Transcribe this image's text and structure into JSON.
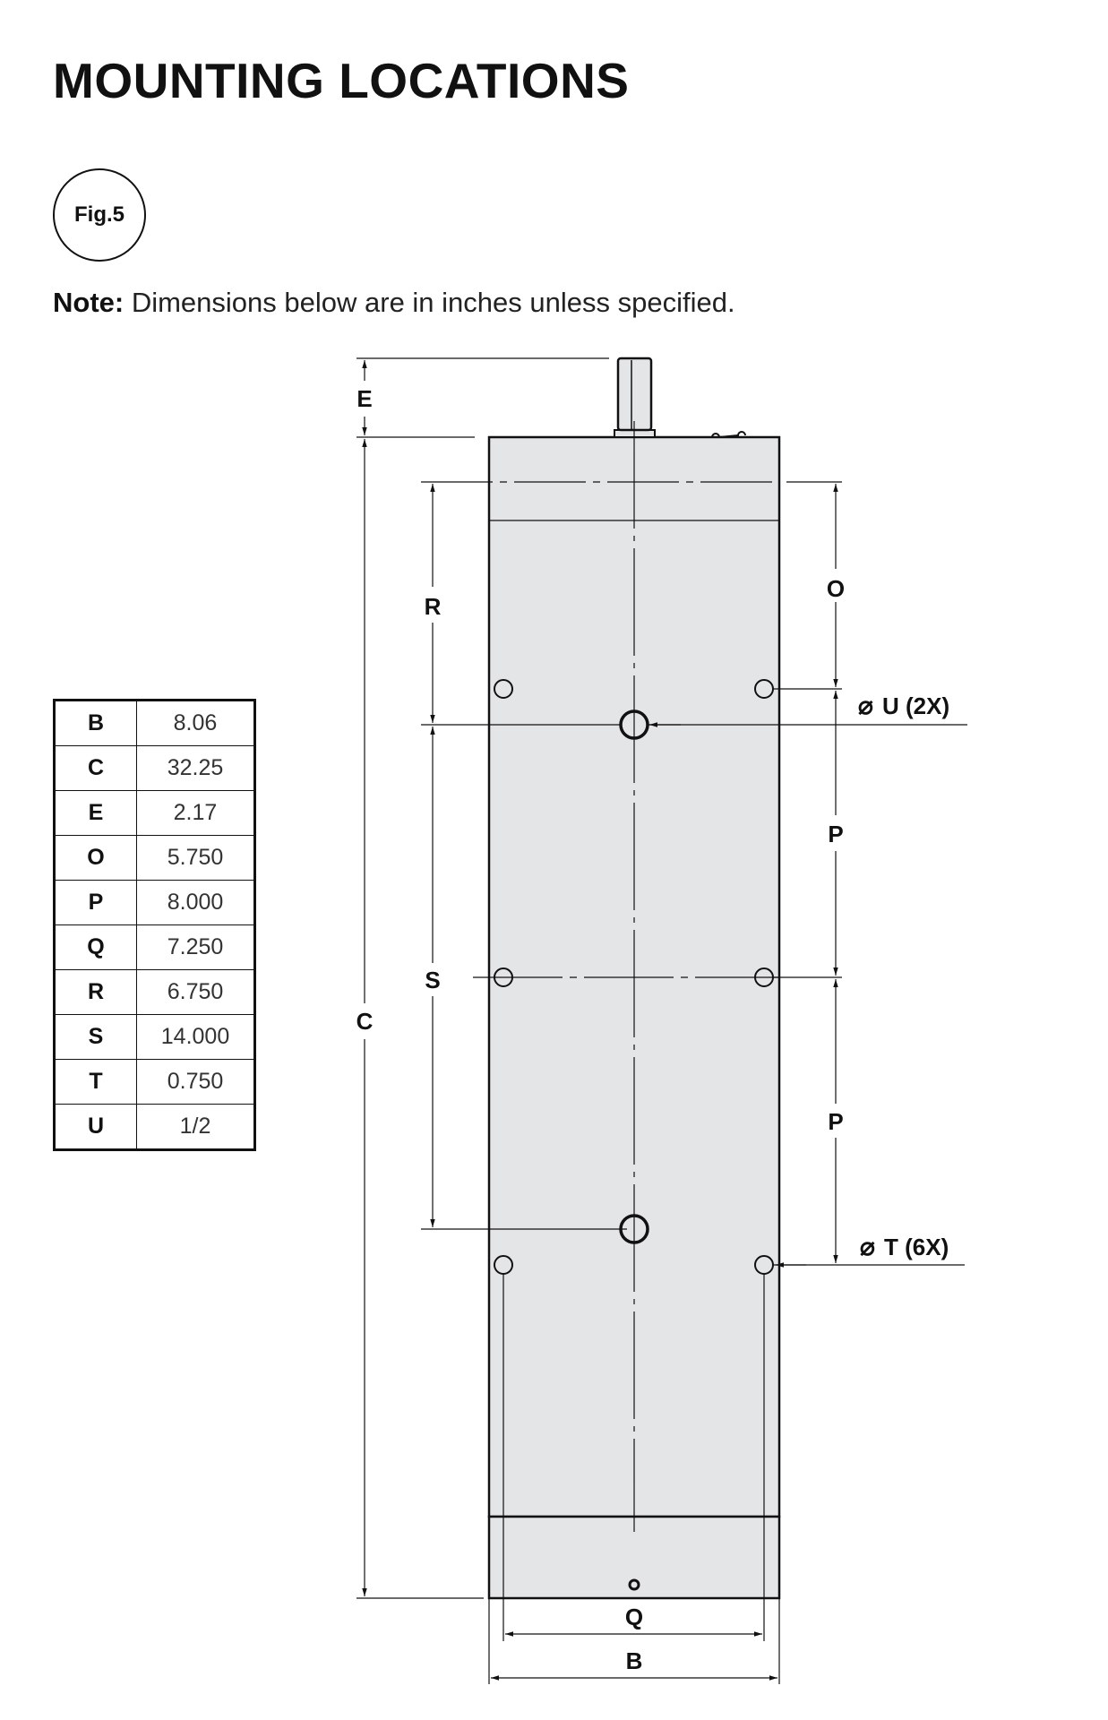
{
  "header": {
    "title": "MOUNTING LOCATIONS",
    "figure_label": "Fig.5",
    "note_label": "Note:",
    "note_text": " Dimensions below are in inches unless specified."
  },
  "dimension_table": {
    "rows": [
      {
        "key": "B",
        "value": "8.06"
      },
      {
        "key": "C",
        "value": "32.25"
      },
      {
        "key": "E",
        "value": "2.17"
      },
      {
        "key": "O",
        "value": "5.750"
      },
      {
        "key": "P",
        "value": "8.000"
      },
      {
        "key": "Q",
        "value": "7.250"
      },
      {
        "key": "R",
        "value": "6.750"
      },
      {
        "key": "S",
        "value": "14.000"
      },
      {
        "key": "T",
        "value": "0.750"
      },
      {
        "key": "U",
        "value": "1/2"
      }
    ]
  },
  "drawing": {
    "labels": {
      "E": "E",
      "C": "C",
      "R": "R",
      "S": "S",
      "O": "O",
      "P_upper": "P",
      "P_lower": "P",
      "Q": "Q",
      "B": "B",
      "U_callout_symbol": "⌀",
      "U_callout": "U (2X)",
      "T_callout_symbol": "⌀",
      "T_callout": "T (6X)"
    },
    "colors": {
      "body_fill": "#e4e5e7",
      "line": "#111111"
    }
  }
}
